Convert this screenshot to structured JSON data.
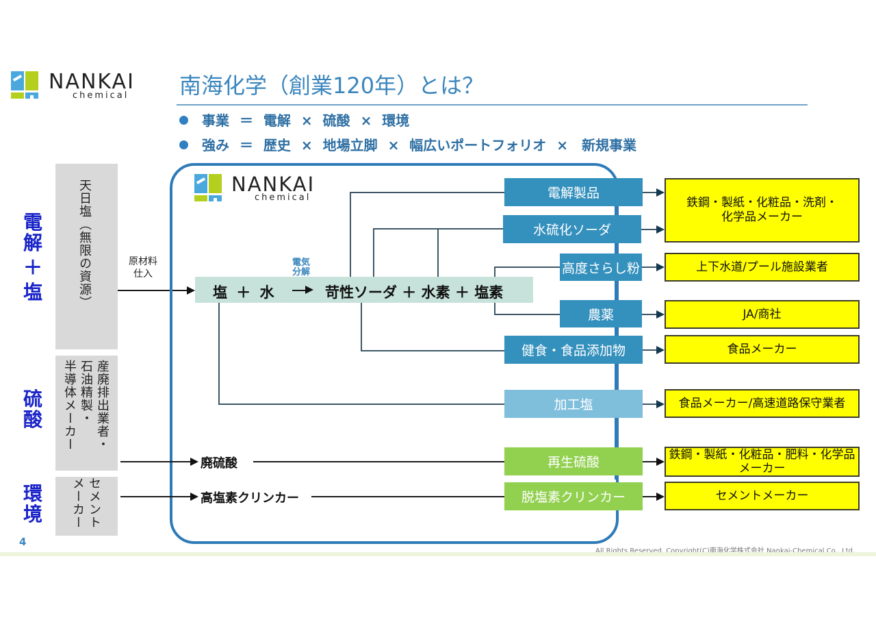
{
  "header": {
    "logo": {
      "word": "NANKAI",
      "sub": "chemical"
    },
    "title": "南海化学（創業120年）とは？",
    "bullets": [
      "事業 ＝ 電解 × 硫酸 × 環境",
      "強み ＝ 歴史 × 地場立脚 × 幅広いポートフォリオ ×　新規事業"
    ]
  },
  "categories": [
    {
      "id": "electrolysis",
      "label": "電解＋塩"
    },
    {
      "id": "sulfuric",
      "label": "硫酸"
    },
    {
      "id": "environment",
      "label": "環境"
    }
  ],
  "sources": [
    {
      "id": "sun-salt",
      "text": "天日塩（無限の資源）"
    },
    {
      "id": "industrial",
      "text": "産廃排出業者・\n石油精製・\n半導体メーカー"
    },
    {
      "id": "cement",
      "text": "セメント\nメーカー"
    }
  ],
  "inflow_label": "原材料\n仕入",
  "frame_logo": {
    "word": "NANKAI",
    "sub": "chemical"
  },
  "equation": {
    "lhs": "塩 ＋ 水",
    "arrow_label": "電気\n分解",
    "rhs": "苛性ソーダ ＋ 水素 ＋ 塩素"
  },
  "flows": [
    {
      "id": "waste-acid",
      "label": "廃硫酸"
    },
    {
      "id": "high-chlorine-clinker",
      "label": "高塩素クリンカー"
    }
  ],
  "products": [
    {
      "id": "electrolysis-products",
      "label": "電解製品",
      "style": "dark"
    },
    {
      "id": "sodium-hydrosulfide",
      "label": "水硫化ソーダ",
      "style": "dark"
    },
    {
      "id": "bleaching-powder",
      "label": "高度さらし粉",
      "style": "dark"
    },
    {
      "id": "agrochemicals",
      "label": "農薬",
      "style": "dark"
    },
    {
      "id": "food-additives",
      "label": "健食・食品添加物",
      "style": "dark"
    },
    {
      "id": "processed-salt",
      "label": "加工塩",
      "style": "light"
    },
    {
      "id": "recycled-sulfuric-acid",
      "label": "再生硫酸",
      "style": "green"
    },
    {
      "id": "dechlorinated-clinker",
      "label": "脱塩素クリンカー",
      "style": "green"
    }
  ],
  "customers": [
    {
      "id": "chem-makers",
      "label": "鉄鋼・製紙・化粧品・洗剤・\n化学品メーカー"
    },
    {
      "id": "water-pool",
      "label": "上下水道/プール施設業者"
    },
    {
      "id": "ja",
      "label": "JA/商社"
    },
    {
      "id": "food-makers",
      "label": "食品メーカー"
    },
    {
      "id": "food-road",
      "label": "食品メーカー/高速道路保守業者"
    },
    {
      "id": "steel-fert",
      "label": "鉄鋼・製紙・化粧品・肥料・化学品\nメーカー"
    },
    {
      "id": "cement-makers",
      "label": "セメントメーカー"
    }
  ],
  "footer": {
    "page_number": "4",
    "copyright": "All Rights Reserved. Copyright(C)南海化学株式会社 Nankai-Chemical Co., Ltd."
  },
  "colors": {
    "accent_blue": "#3b86bd",
    "frame_blue": "#2e7bb8",
    "product_dark": "#3490bd",
    "product_light": "#80bfdc",
    "product_green": "#92d050",
    "customer_yellow": "#ffff00",
    "category_text": "#1a24c8",
    "equation_band": "#c6e2da"
  }
}
